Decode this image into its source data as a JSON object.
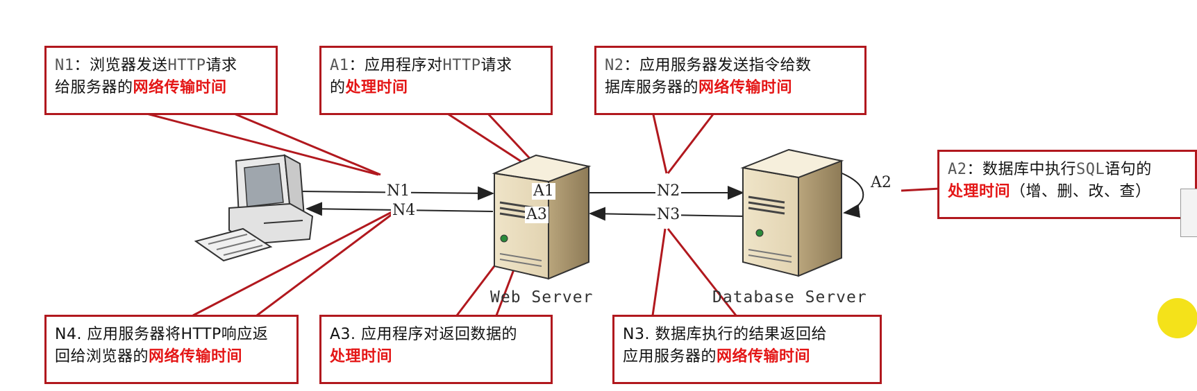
{
  "callouts": {
    "n1": {
      "code": "N1",
      "sep": "：",
      "mid": "浏览器发送",
      "mono2": "HTTP",
      "tail": "请求",
      "line2": "给服务器的",
      "hl": "网络传输时间"
    },
    "a1": {
      "code": "A1",
      "sep": "：",
      "mid": "应用程序对",
      "mono2": "HTTP",
      "tail": "请求",
      "line2": "的",
      "hl": "处理时间"
    },
    "n2": {
      "code": "N2",
      "sep": "：",
      "mid": "应用服务器发送指令给数",
      "line2": "据库服务器的",
      "hl": "网络传输时间"
    },
    "a2": {
      "code": "A2",
      "sep": "：",
      "mid": "数据库中执行",
      "mono2": "SQL",
      "tail": "语句的",
      "hl": "处理时间",
      "tail2": "（增、删、改、查）"
    },
    "n4": {
      "line1": "N4. 应用服务器将HTTP响应返",
      "line2": "回给浏览器的",
      "hl": "网络传输时间"
    },
    "a3": {
      "line1": "A3. 应用程序对返回数据的",
      "hl": "处理时间"
    },
    "n3": {
      "line1": "N3. 数据库执行的结果返回给",
      "line2": "应用服务器的",
      "hl": "网络传输时间"
    }
  },
  "labels": {
    "n1": "N1",
    "n4": "N4",
    "a1": "A1",
    "a3": "A3",
    "n2": "N2",
    "n3": "N3",
    "a2": "A2"
  },
  "servers": {
    "web": "Web Server",
    "db": "Database Server"
  },
  "colors": {
    "border": "#b1181e",
    "highlight": "#e41616"
  }
}
